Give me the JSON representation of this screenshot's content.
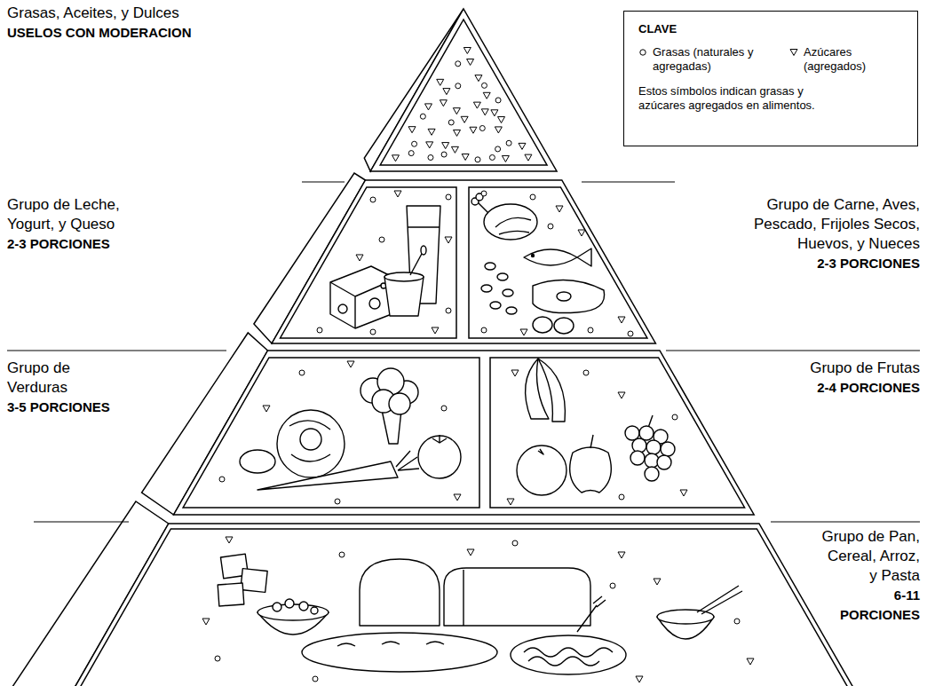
{
  "diagram": {
    "nodes": [
      {
        "text": [
          "CLAVE",
          "Estos símbolos indican grasas y azúcares agregados en alimentos."
        ]
      }
    ],
    "labels": [
      "Grasas, Aceites, y Dulces",
      "USELOS CON MODERACION",
      "Grupo de Leche, Yogurt, y Queso",
      "2-3 PORCIONES",
      "Grupo de Carne, Aves, Pescado, Frijoles Secos, Huevos, y Nueces",
      "2-3 PORCIONES",
      "Grupo de Verduras",
      "3-5 PORCIONES",
      "Grupo de Frutas",
      "2-4 PORCIONES",
      "Grupo de Pan, Cereal, Arroz, y Pasta",
      "6-11 PORCIONES"
    ],
    "legend": [
      {
        "text": "Grasas (naturales y agregadas)"
      },
      {
        "text": "Azúcares (agregados)"
      }
    ]
  }
}
